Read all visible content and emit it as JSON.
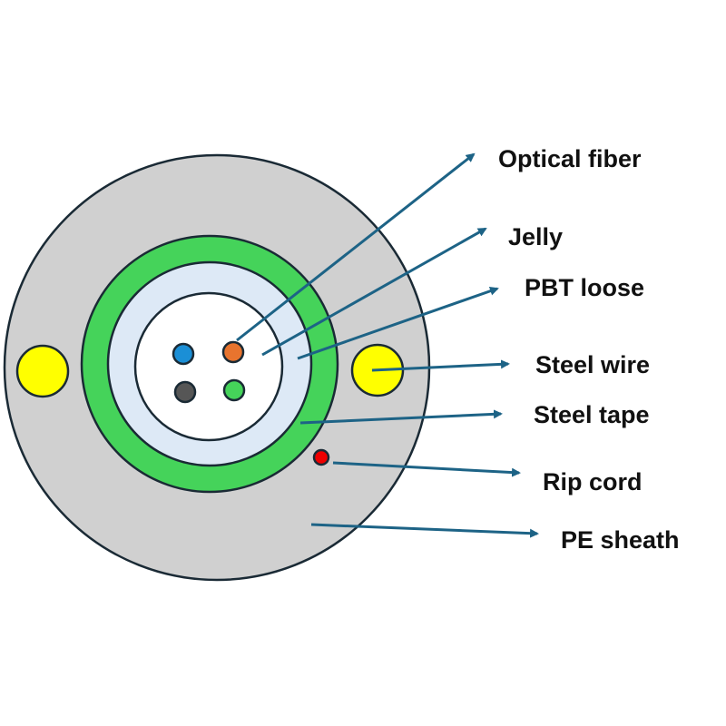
{
  "labels": {
    "optical_fiber": "Optical fiber",
    "jelly": "Jelly",
    "pbt_loose": "PBT loose",
    "steel_wire": "Steel wire",
    "steel_tape": "Steel tape",
    "rip_cord": "Rip cord",
    "pe_sheath": "PE sheath"
  },
  "colors": {
    "pe_sheath": "#d0d0d0",
    "steel_tape": "#45d35a",
    "pbt_loose": "#dde9f6",
    "jelly": "#ffffff",
    "steel_wire": "#ffff00",
    "rip_cord": "#ee0000",
    "fiber_blue": "#1b8fd6",
    "fiber_orange": "#e8742e",
    "fiber_gray": "#565656",
    "fiber_green": "#45d35a",
    "arrow": "#1d6386",
    "outline": "#1a2a35"
  }
}
